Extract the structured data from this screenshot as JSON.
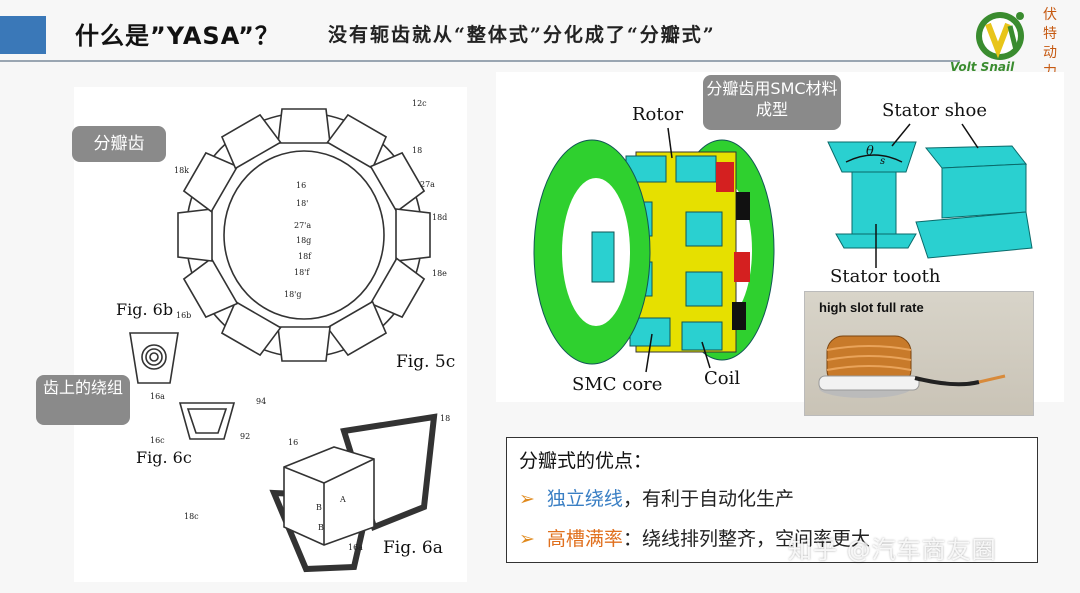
{
  "header": {
    "title": "什么是”YASA”？",
    "subtitle": "没有轭齿就从“整体式”分化成了“分瓣式”"
  },
  "logo": {
    "text": "Volt Snail",
    "cn": "伏特动力",
    "green": "#3a8c2f",
    "yellow": "#e8c51a"
  },
  "left_figure": {
    "callout_teeth": "分瓣齿",
    "callout_winding": "齿上的绕组",
    "fig_5c": "Fig. 5c",
    "fig_6a": "Fig. 6a",
    "fig_6b": "Fig. 6b",
    "fig_6c": "Fig. 6c",
    "refs": [
      "12c",
      "18",
      "18k",
      "16",
      "18'",
      "27a",
      "18d",
      "27'a",
      "18g",
      "18f",
      "18'f",
      "18e",
      "18'g",
      "16b",
      "16a",
      "94",
      "92",
      "16c",
      "16",
      "18",
      "18c",
      "16a",
      "A",
      "B",
      "B"
    ]
  },
  "right_figure": {
    "callout_smc": "分瓣齿用SMC材料成型",
    "labels": {
      "rotor": "Rotor",
      "smc_core": "SMC core",
      "coil": "Coil",
      "stator_shoe": "Stator shoe",
      "stator_tooth": "Stator tooth",
      "theta": "θ",
      "s": "s"
    },
    "photo_label": "high slot full rate",
    "colors": {
      "rotor": "#2fd02f",
      "core": "#2ad0d0",
      "magnet_red": "#d42020",
      "coil_yellow": "#e6e000"
    }
  },
  "advantages": {
    "title": "分瓣式的优点：",
    "items": [
      {
        "bullet": "➢",
        "key": "独立绕线",
        "rest": "，有利于自动化生产"
      },
      {
        "bullet": "➢",
        "key": "高槽满率",
        "rest": "：绕线排列整齐，空间率更大"
      }
    ]
  },
  "watermark": "知乎 @汽车商友圈"
}
